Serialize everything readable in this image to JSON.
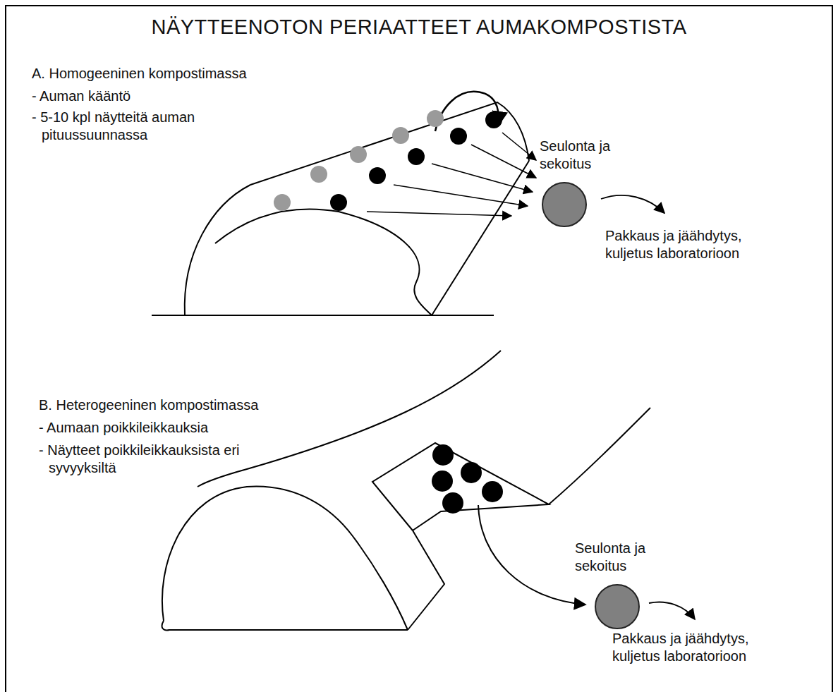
{
  "diagram": {
    "title": "NÄYTTEENOTON PERIAATTEET AUMAKOMPOSTISTA",
    "nodes": [
      {
        "text": [
          "Seulonta ja sekoitus"
        ]
      },
      {
        "text": [
          "Seulonta ja sekoitus"
        ]
      }
    ],
    "labels": [
      "A. Homogeeninen kompostimassa",
      "- Auman kääntö",
      "- 5-10 kpl näytteitä auman pituussuunnassa",
      "Pakkaus ja jäähdytys, kuljetus laboratorioon",
      "B. Heterogeeninen kompostimassa",
      "- Aumaan poikkileikkauksia",
      "- Näytteet poikkileikkauksista eri syvyyksiltä",
      "Pakkaus ja jäähdytys, kuljetus laboratorioon"
    ]
  }
}
